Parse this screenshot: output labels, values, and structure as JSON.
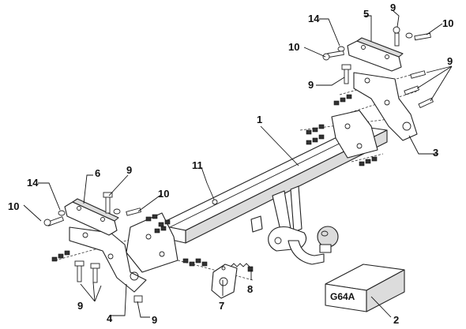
{
  "package": {
    "code": "G64A"
  },
  "callouts": [
    {
      "id": "c1",
      "label": "1"
    },
    {
      "id": "c2",
      "label": "2"
    },
    {
      "id": "c3",
      "label": "3"
    },
    {
      "id": "c4",
      "label": "4"
    },
    {
      "id": "c5",
      "label": "5"
    },
    {
      "id": "c6",
      "label": "6"
    },
    {
      "id": "c7",
      "label": "7"
    },
    {
      "id": "c8",
      "label": "8"
    },
    {
      "id": "c9a",
      "label": "9"
    },
    {
      "id": "c9b",
      "label": "9"
    },
    {
      "id": "c9c",
      "label": "9"
    },
    {
      "id": "c9d",
      "label": "9"
    },
    {
      "id": "c9e",
      "label": "9"
    },
    {
      "id": "c9f",
      "label": "9"
    },
    {
      "id": "c10a",
      "label": "10"
    },
    {
      "id": "c10b",
      "label": "10"
    },
    {
      "id": "c10c",
      "label": "10"
    },
    {
      "id": "c10d",
      "label": "10"
    },
    {
      "id": "c11",
      "label": "11"
    },
    {
      "id": "c14a",
      "label": "14"
    },
    {
      "id": "c14b",
      "label": "14"
    }
  ]
}
